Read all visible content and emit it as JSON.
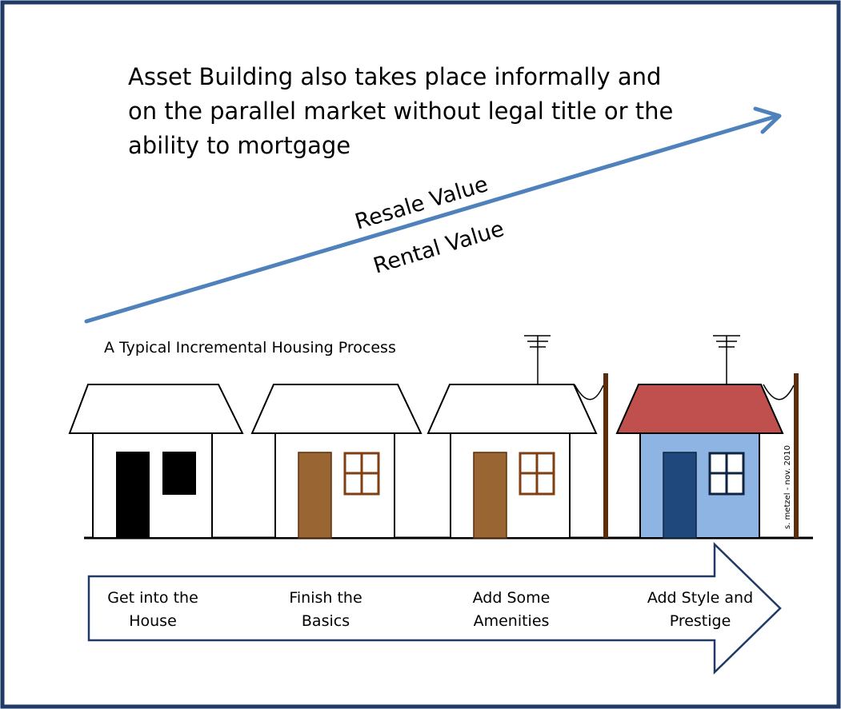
{
  "headline": {
    "line1": "Asset Building also takes place informally and",
    "line2": "on the parallel market without legal title or the",
    "line3": "ability to mortgage"
  },
  "arrow_labels": {
    "upper": "Resale Value",
    "lower": "Rental Value"
  },
  "process_title": "A Typical Incremental Housing Process",
  "signature": "s. metzel - nov. 2010",
  "stages": [
    {
      "line1": "Get into the",
      "line2": "House"
    },
    {
      "line1": "Finish the",
      "line2": "Basics"
    },
    {
      "line1": "Add Some",
      "line2": "Amenities"
    },
    {
      "line1": "Add Style and",
      "line2": "Prestige"
    }
  ],
  "colors": {
    "border": "#1F3A66",
    "value_arrow": "#4F81BD",
    "stage_arrow_stroke": "#1F3A66",
    "roof_final": "#C0504D",
    "wall_final": "#8EB4E3",
    "door_final": "#1F497D",
    "door_wood": "#996633",
    "window_frame_wood": "#7F3F11",
    "pole": "#5A2E0C",
    "door_initial": "#000000"
  }
}
